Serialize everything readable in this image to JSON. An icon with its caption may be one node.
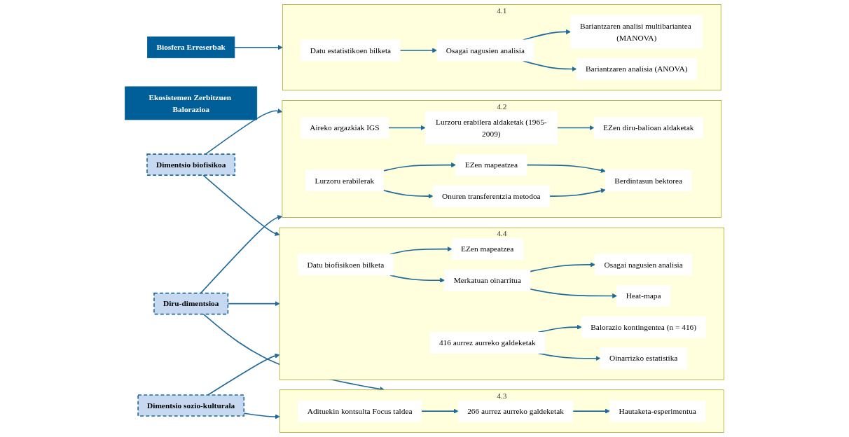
{
  "diagram": {
    "nodes": [
      {
        "text": [
          "Biosfera Erreserbak"
        ]
      },
      {
        "text": [
          "Ekosistemen Zerbitzuen Balorazioa"
        ]
      },
      {
        "text": [
          "Dimentsio biofisikoa"
        ]
      },
      {
        "text": [
          "Diru-dimentsioa"
        ]
      },
      {
        "text": [
          "Dimentsio sozio-kulturala"
        ]
      },
      {
        "text": [
          "4.1"
        ]
      },
      {
        "text": [
          "Datu estatistikoen bilketa"
        ],
        "in": 5
      },
      {
        "text": [
          "Osagai nagusien analisia"
        ],
        "in": 5
      },
      {
        "text": [
          "Bariantzaren analisi multibariantea (MANOVA)"
        ],
        "in": 5
      },
      {
        "text": [
          "Bariantzaren analisia (ANOVA)"
        ],
        "in": 5
      },
      {
        "text": [
          "4.2"
        ]
      },
      {
        "text": [
          "Aireko argazkiak IGS"
        ],
        "in": 10
      },
      {
        "text": [
          "Lurzoru erabilera aldaketak (1965-2009)"
        ],
        "in": 10
      },
      {
        "text": [
          "EZen diru-balioan aldaketak"
        ],
        "in": 10
      },
      {
        "text": [
          "Lurzoru erabilerak"
        ],
        "in": 10
      },
      {
        "text": [
          "EZen mapeatzea"
        ],
        "in": 10
      },
      {
        "text": [
          "Onuren transferentzia metodoa"
        ],
        "in": 10
      },
      {
        "text": [
          "Berdintasun bektorea"
        ],
        "in": 10
      },
      {
        "text": [
          "4.3"
        ]
      },
      {
        "text": [
          "Adituekin kontsulta Focus taldea"
        ],
        "in": 18
      },
      {
        "text": [
          "266 aurrez aurreko galdeketak"
        ],
        "in": 18
      },
      {
        "text": [
          "Hautaketa-esperimentua"
        ],
        "in": 18
      },
      {
        "text": [
          "4.4"
        ]
      },
      {
        "text": [
          "Datu biofisikoen bilketa"
        ],
        "in": 22
      },
      {
        "text": [
          "EZen mapeatzea"
        ],
        "in": 22
      },
      {
        "text": [
          "Merkatuan oinarritua"
        ],
        "in": 22
      },
      {
        "text": [
          "Osagai nagusien analisia"
        ],
        "in": 22
      },
      {
        "text": [
          "Heat-mapa"
        ],
        "in": 22
      },
      {
        "text": [
          "416 aurrez aurreko galdeketak"
        ],
        "in": 22
      },
      {
        "text": [
          "Balorazio kontingentea (n = 416)"
        ],
        "in": 22
      },
      {
        "text": [
          "Oinarrizko estatistika"
        ],
        "in": 22
      }
    ],
    "edges": [
      {
        "from": 0,
        "to": 5,
        "arrow": "to"
      },
      {
        "from": 2,
        "to": 10,
        "arrow": "to"
      },
      {
        "from": 3,
        "to": 10,
        "arrow": "to"
      },
      {
        "from": 3,
        "to": 18,
        "arrow": "to"
      },
      {
        "from": 4,
        "to": 18,
        "arrow": "to"
      },
      {
        "from": 2,
        "to": 22,
        "arrow": "to"
      },
      {
        "from": 3,
        "to": 22,
        "arrow": "to"
      },
      {
        "from": 4,
        "to": 22,
        "arrow": "to"
      },
      {
        "from": 6,
        "to": 7,
        "arrow": "to"
      },
      {
        "from": 7,
        "to": 8,
        "arrow": "to"
      },
      {
        "from": 7,
        "to": 9,
        "arrow": "to"
      },
      {
        "from": 11,
        "to": 12,
        "arrow": "to"
      },
      {
        "from": 12,
        "to": 13,
        "arrow": "to"
      },
      {
        "from": 14,
        "to": 15,
        "arrow": "to"
      },
      {
        "from": 14,
        "to": 16,
        "arrow": "to"
      },
      {
        "from": 15,
        "to": 17,
        "arrow": "to"
      },
      {
        "from": 16,
        "to": 17,
        "arrow": "to"
      },
      {
        "from": 19,
        "to": 20,
        "arrow": "to"
      },
      {
        "from": 20,
        "to": 21,
        "arrow": "to"
      },
      {
        "from": 23,
        "to": 24,
        "arrow": "to"
      },
      {
        "from": 23,
        "to": 25,
        "arrow": "to"
      },
      {
        "from": 25,
        "to": 26,
        "arrow": "to"
      },
      {
        "from": 25,
        "to": 27,
        "arrow": "to"
      },
      {
        "from": 28,
        "to": 29,
        "arrow": "to"
      },
      {
        "from": 28,
        "to": 30,
        "arrow": "to"
      }
    ]
  }
}
